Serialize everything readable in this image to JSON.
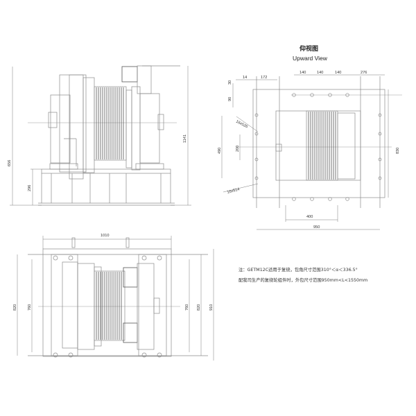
{
  "upward_view": {
    "title_cn": "仰视图",
    "title_en": "Upward View",
    "dims": {
      "top_30": "30",
      "top_14": "14",
      "top_172": "172",
      "top_90": "90",
      "hole_140_a": "140",
      "hole_140_b": "140",
      "hole_140_c": "140",
      "right_276": "276",
      "bolt_upper": "16x526",
      "bolt_lower": "16x514",
      "left_490": "490",
      "left_200": "200",
      "right_830": "830",
      "bottom_400": "400",
      "bottom_950": "950"
    }
  },
  "side_view": {
    "dims": {
      "height_656": "656",
      "base_296": "296",
      "total_1141": "1141"
    }
  },
  "plan_view": {
    "dims": {
      "width_1010": "1010",
      "left_820": "820",
      "left_760": "760",
      "right_760": "760",
      "right_820": "820",
      "right_910": "910"
    }
  },
  "note": {
    "line1": "注：GETM12C适用于复绕，包角尺寸范围310°＜α＜336.5°",
    "line2": "配我司生产的复绕轮组件时，外包尺寸范围950mm<L<1550mm"
  }
}
